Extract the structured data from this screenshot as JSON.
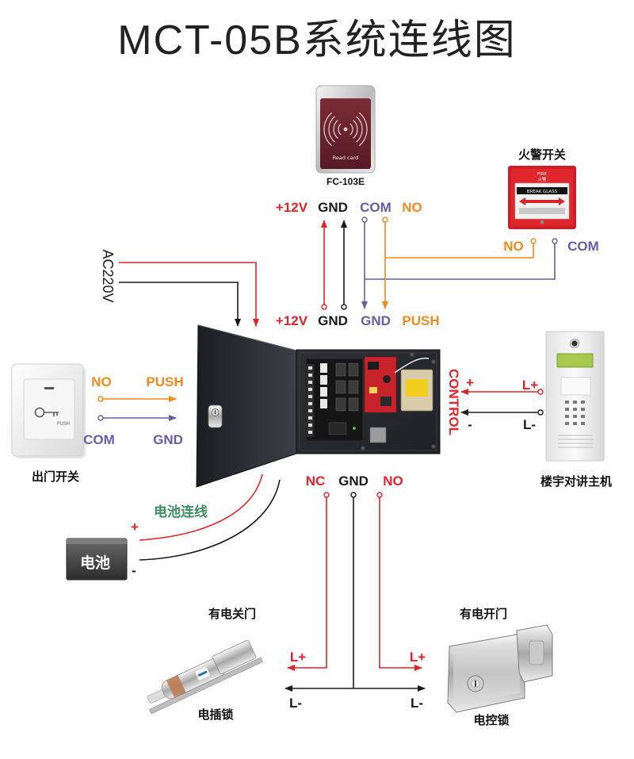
{
  "title": "MCT-05B系统连线图",
  "colors": {
    "red": "#e2232a",
    "orange": "#f08a1c",
    "purple": "#6a5aa8",
    "green": "#3d8f63",
    "black": "#1a1a1a"
  },
  "card_reader": {
    "model": "FC-103E",
    "face_text": "Read card",
    "icon": "rfid-wave-icon"
  },
  "reader_terminals": {
    "v12": "+12V",
    "gnd": "GND",
    "com": "COM",
    "no": "NO"
  },
  "fire_switch": {
    "label": "火警开关",
    "face_fire": "FIRE",
    "face_fire_cn": "火警",
    "face_break": "BREAK GLASS",
    "no": "NO",
    "com": "COM"
  },
  "controller_inputs": {
    "v12": "+12V",
    "gnd": "GND",
    "gnd_push": "GND",
    "push": "PUSH"
  },
  "power_input": {
    "label": "AC220V"
  },
  "exit_button": {
    "label": "出门开关",
    "face_text": "PUSH",
    "icon": "key-icon",
    "no": "NO",
    "push": "PUSH",
    "com": "COM",
    "gnd": "GND"
  },
  "intercom": {
    "label": "楼宇对讲主机",
    "control": "CONTROL",
    "plus": "+",
    "minus": "-",
    "l_plus": "L+",
    "l_minus": "L-"
  },
  "lock_outputs": {
    "nc": "NC",
    "gnd": "GND",
    "no": "NO"
  },
  "battery": {
    "label": "电池",
    "wire_label": "电池连线",
    "plus": "+",
    "minus": "-"
  },
  "bolt_lock": {
    "mode": "有电关门",
    "label": "电插锁",
    "l_plus": "L+",
    "l_minus": "L-"
  },
  "control_lock": {
    "mode": "有电开门",
    "label": "电控锁",
    "l_plus": "L+",
    "l_minus": "L-"
  }
}
